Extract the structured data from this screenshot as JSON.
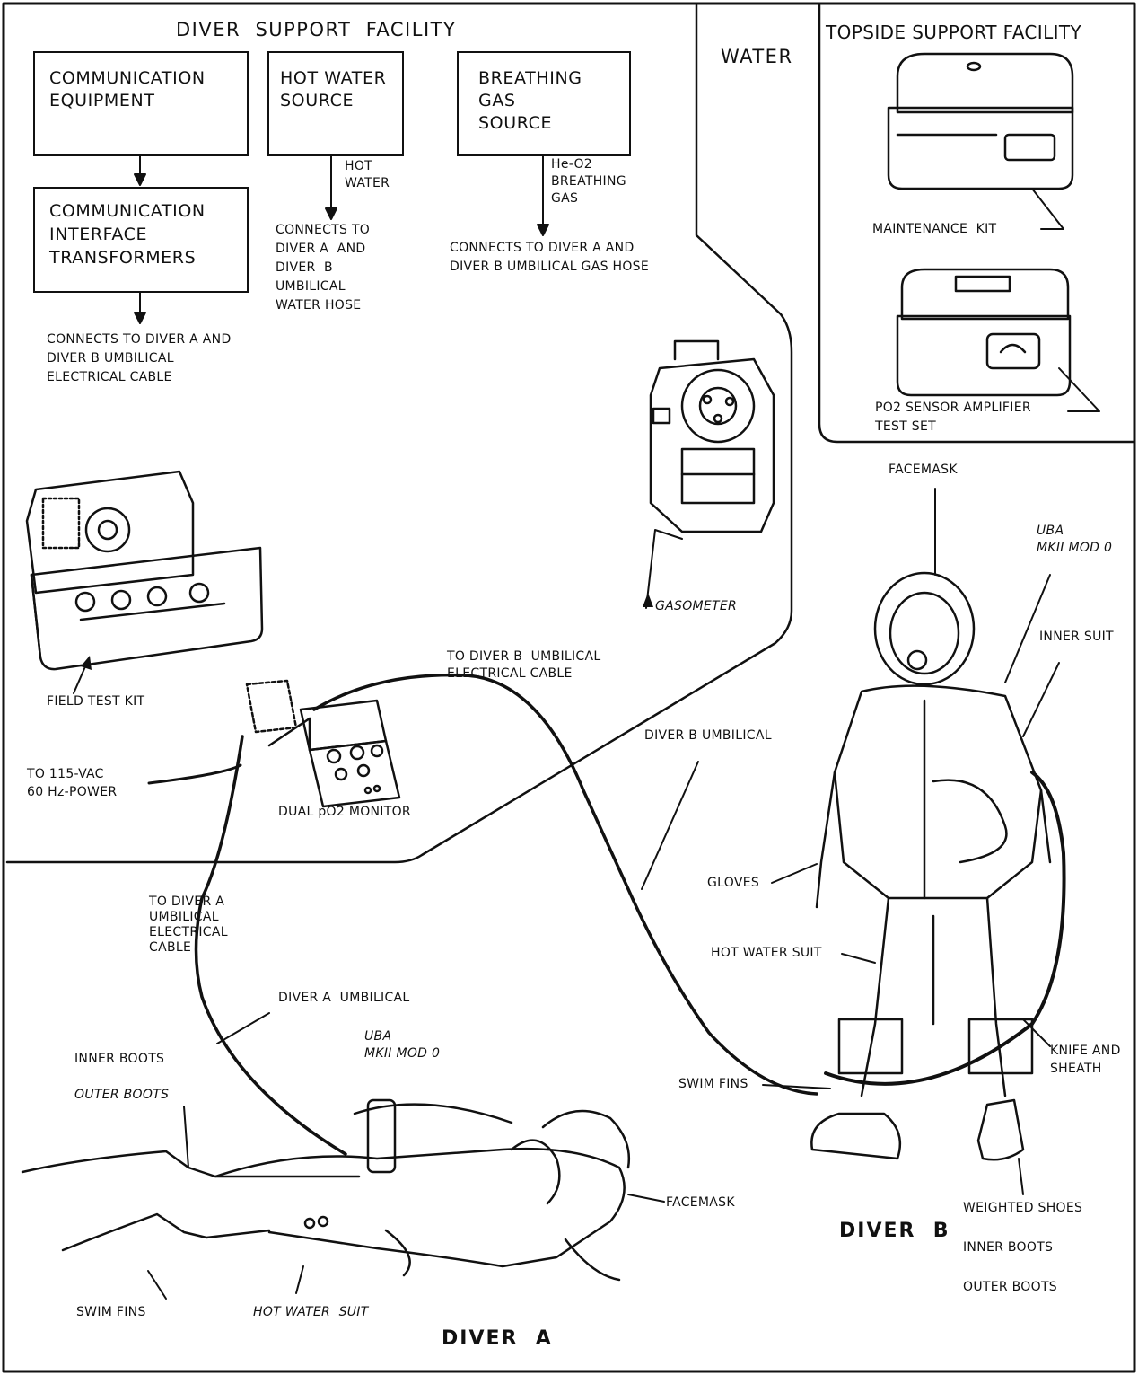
{
  "regions": {
    "diver_support": "DIVER  SUPPORT  FACILITY",
    "water": "WATER",
    "topside": "TOPSIDE SUPPORT FACILITY"
  },
  "boxes": {
    "comm_equipment": "COMMUNICATION\nEQUIPMENT",
    "hot_water_source": "HOT WATER\nSOURCE",
    "breathing_gas_source": "BREATHING\nGAS\nSOURCE",
    "comm_interface": "COMMUNICATION\nINTERFACE\nTRANSFORMERS"
  },
  "notes": {
    "hot_water": "HOT\nWATER",
    "breathing_gas": "He-O2\nBREATHING\nGAS",
    "connects_water": "CONNECTS TO\nDIVER A  AND\nDIVER  B\nUMBILICAL\nWATER HOSE",
    "connects_gas": "CONNECTS TO DIVER A AND\nDIVER B UMBILICAL GAS HOSE",
    "connects_cable": "CONNECTS TO DIVER A AND\nDIVER B UMBILICAL\nELECTRICAL CABLE"
  },
  "labels": {
    "maintenance_kit": "MAINTENANCE  KIT",
    "po2_test_set": "PO2 SENSOR AMPLIFIER\nTEST SET",
    "gasometer": "GASOMETER",
    "field_test_kit": "FIELD TEST KIT",
    "to_diver_b_cable": "TO DIVER B  UMBILICAL\nELECTRICAL CABLE",
    "power": "TO 115-VAC\n60 Hz-POWER",
    "dual_monitor": "DUAL pO2 MONITOR",
    "diver_b_umbilical": "DIVER B UMBILICAL",
    "to_diver_a_cable": "TO DIVER A\nUMBILICAL\nELECTRICAL\nCABLE",
    "diver_a_umbilical": "DIVER A  UMBILICAL",
    "uba_a": "UBA\nMKII MOD 0",
    "inner_boots_a": "INNER BOOTS",
    "outer_boots_a": "OUTER BOOTS",
    "facemask_a": "FACEMASK",
    "swim_fins_a": "SWIM FINS",
    "hot_water_suit_a": "HOT WATER  SUIT",
    "facemask_b": "FACEMASK",
    "uba_b": "UBA\nMKII MOD 0",
    "inner_suit": "INNER SUIT",
    "gloves": "GLOVES",
    "hot_water_suit_b": "HOT WATER SUIT",
    "swim_fins_b": "SWIM FINS",
    "knife": "KNIFE AND\nSHEATH",
    "weighted_shoes": "WEIGHTED SHOES",
    "inner_boots_b": "INNER BOOTS",
    "outer_boots_b": "OUTER BOOTS"
  },
  "titles": {
    "diver_a": "DIVER  A",
    "diver_b": "DIVER  B"
  }
}
